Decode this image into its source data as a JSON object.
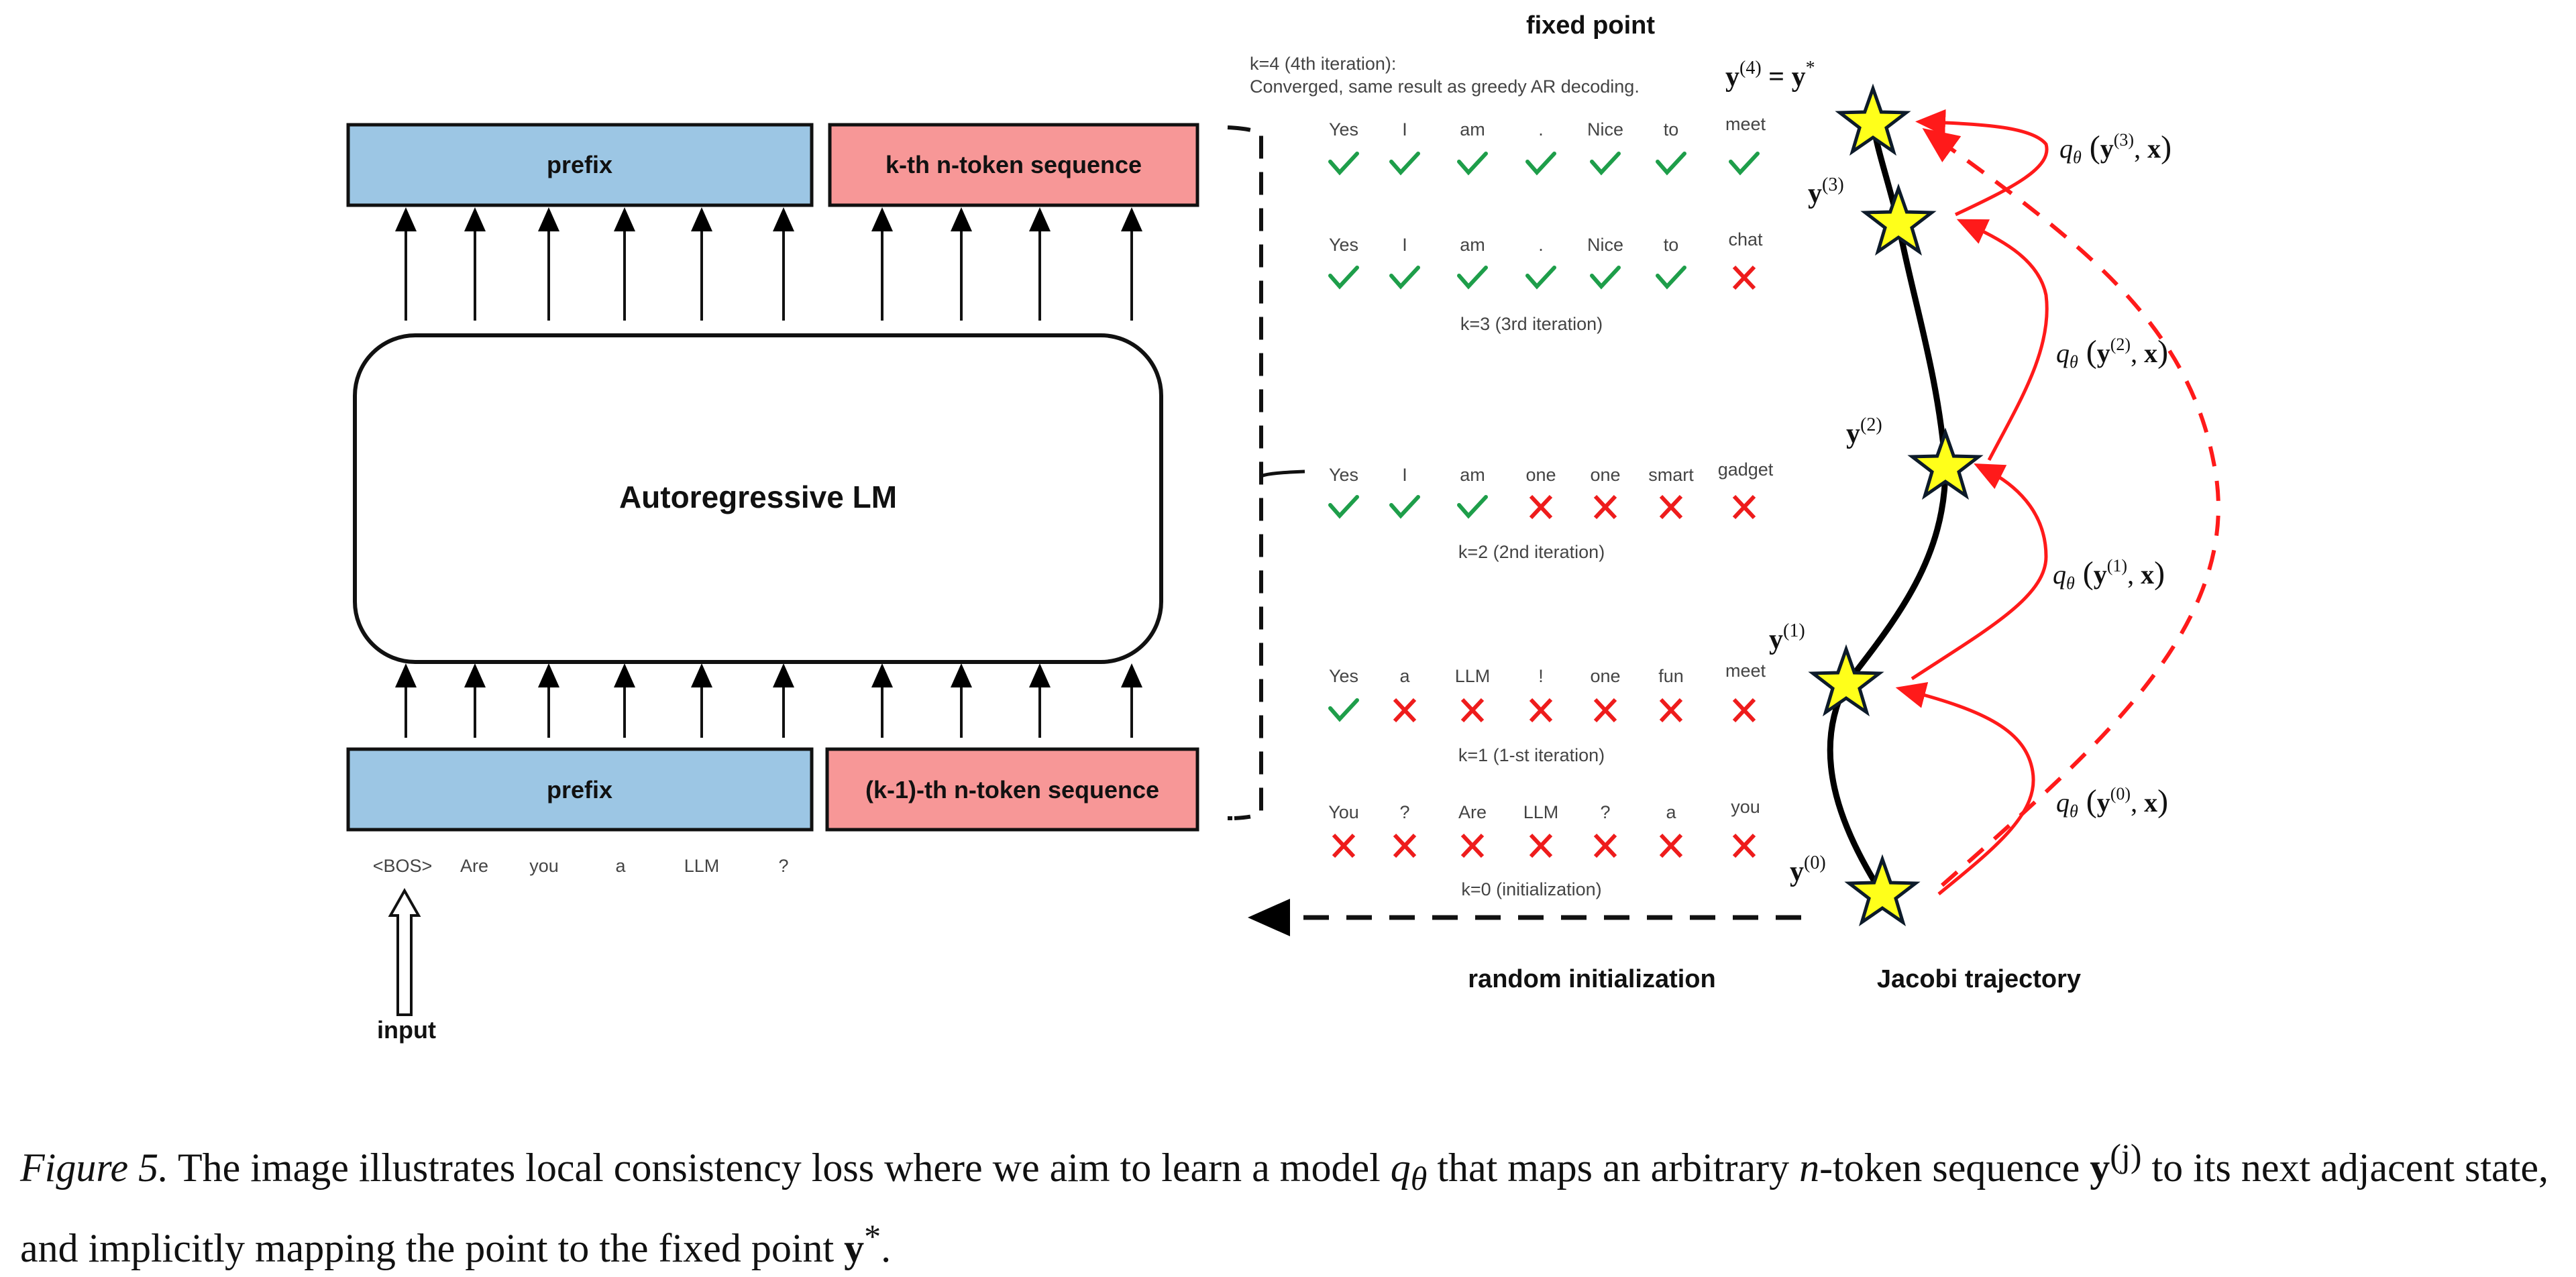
{
  "figure": {
    "top_boxes": {
      "prefix": "prefix",
      "sequence": "k-th n-token sequence"
    },
    "bottom_boxes": {
      "prefix": "prefix",
      "sequence": "(k-1)-th n-token sequence"
    },
    "model_label": "Autoregressive LM",
    "input_tokens": [
      "<BOS>",
      "Are",
      "you",
      "a",
      "LLM",
      "?"
    ],
    "input_label": "input",
    "colors": {
      "prefix_fill": "#9cc6e4",
      "sequence_fill": "#f79797",
      "check": "#1e9e4a",
      "cross": "#ee1c1c",
      "star": "#ffff1a",
      "jacobi_arrow": "#ff1a1a"
    },
    "fixed_point_label": "fixed point",
    "converged_note_line1": "k=4 (4th iteration):",
    "converged_note_line2": "Converged, same result as greedy AR decoding.",
    "iterations": [
      {
        "k_label": "",
        "tokens": [
          "Yes",
          "I",
          "am",
          ".",
          "Nice",
          "to",
          "meet"
        ],
        "marks": [
          "check",
          "check",
          "check",
          "check",
          "check",
          "check",
          "check"
        ]
      },
      {
        "k_label": "k=3 (3rd iteration)",
        "tokens": [
          "Yes",
          "I",
          "am",
          ".",
          "Nice",
          "to",
          "chat"
        ],
        "marks": [
          "check",
          "check",
          "check",
          "check",
          "check",
          "check",
          "cross"
        ]
      },
      {
        "k_label": "k=2 (2nd iteration)",
        "tokens": [
          "Yes",
          "I",
          "am",
          "one",
          "one",
          "smart",
          "gadget"
        ],
        "marks": [
          "check",
          "check",
          "check",
          "cross",
          "cross",
          "cross",
          "cross"
        ]
      },
      {
        "k_label": "k=1 (1-st iteration)",
        "tokens": [
          "Yes",
          "a",
          "LLM",
          "!",
          "one",
          "fun",
          "meet"
        ],
        "marks": [
          "check",
          "cross",
          "cross",
          "cross",
          "cross",
          "cross",
          "cross"
        ]
      },
      {
        "k_label": "k=0 (initialization)",
        "tokens": [
          "You",
          "?",
          "Are",
          "LLM",
          "?",
          "a",
          "you"
        ],
        "marks": [
          "cross",
          "cross",
          "cross",
          "cross",
          "cross",
          "cross",
          "cross"
        ]
      }
    ],
    "random_init_label": "random initialization",
    "jacobi_label": "Jacobi trajectory",
    "states": [
      {
        "label": "y",
        "sup": "(4)",
        "suffix": " = y",
        "suffix_sup": "*"
      },
      {
        "label": "y",
        "sup": "(3)"
      },
      {
        "label": "y",
        "sup": "(2)"
      },
      {
        "label": "y",
        "sup": "(1)"
      },
      {
        "label": "y",
        "sup": "(0)"
      }
    ],
    "q_labels": [
      {
        "q": "q",
        "sub": "θ",
        "arg_sup": "(3)"
      },
      {
        "q": "q",
        "sub": "θ",
        "arg_sup": "(2)"
      },
      {
        "q": "q",
        "sub": "θ",
        "arg_sup": "(1)"
      },
      {
        "q": "q",
        "sub": "θ",
        "arg_sup": "(0)"
      }
    ]
  },
  "caption": {
    "figure_label": "Figure 5.",
    "part1": " The image illustrates local consistency loss where we aim to learn a model ",
    "q": "q",
    "q_sub": "θ",
    "part2": " that maps an arbitrary ",
    "n": "n",
    "part3": "-token sequence ",
    "y": "y",
    "y_sup": "(j)",
    "part4": " to its next adjacent state, and implicitly mapping the point to the fixed point ",
    "y_star": "y",
    "y_star_sup": "*",
    "part5": "."
  }
}
